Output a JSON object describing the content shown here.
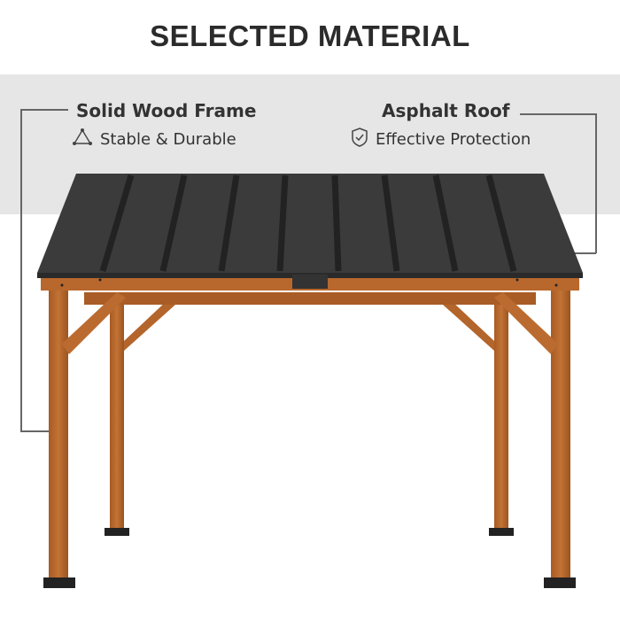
{
  "header": {
    "title": "SELECTED MATERIAL"
  },
  "features": [
    {
      "title": "Solid Wood Frame",
      "subtitle": "Stable & Durable",
      "icon": "triangle-nodes-icon"
    },
    {
      "title": "Asphalt Roof",
      "subtitle": "Effective Protection",
      "icon": "shield-check-icon"
    }
  ],
  "colors": {
    "band": "#e6e6e6",
    "roof": "#3a3a3a",
    "wood": "#b0642a",
    "text": "#333333"
  }
}
